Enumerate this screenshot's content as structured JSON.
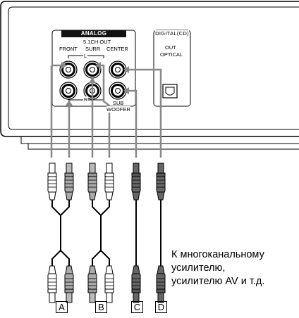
{
  "analog_panel": {
    "header": "ANALOG",
    "sub_header": "5.1CH OUT",
    "front_label": "FRONT",
    "surr_label": "SURR",
    "center_label": "CENTER",
    "l_label": "L",
    "r_label": "R",
    "sub_label": "SUB",
    "woofer_label": "WOOFER"
  },
  "digital_panel": {
    "header": "DIGITAL(CD)",
    "out_label": "OUT",
    "optical_label": "OPTICAL"
  },
  "cable_labels": [
    "A",
    "B",
    "C",
    "D"
  ],
  "note": {
    "line1": "К многоканальному",
    "line2": "усилителю,",
    "line3": "усилителю AV и т.д."
  }
}
